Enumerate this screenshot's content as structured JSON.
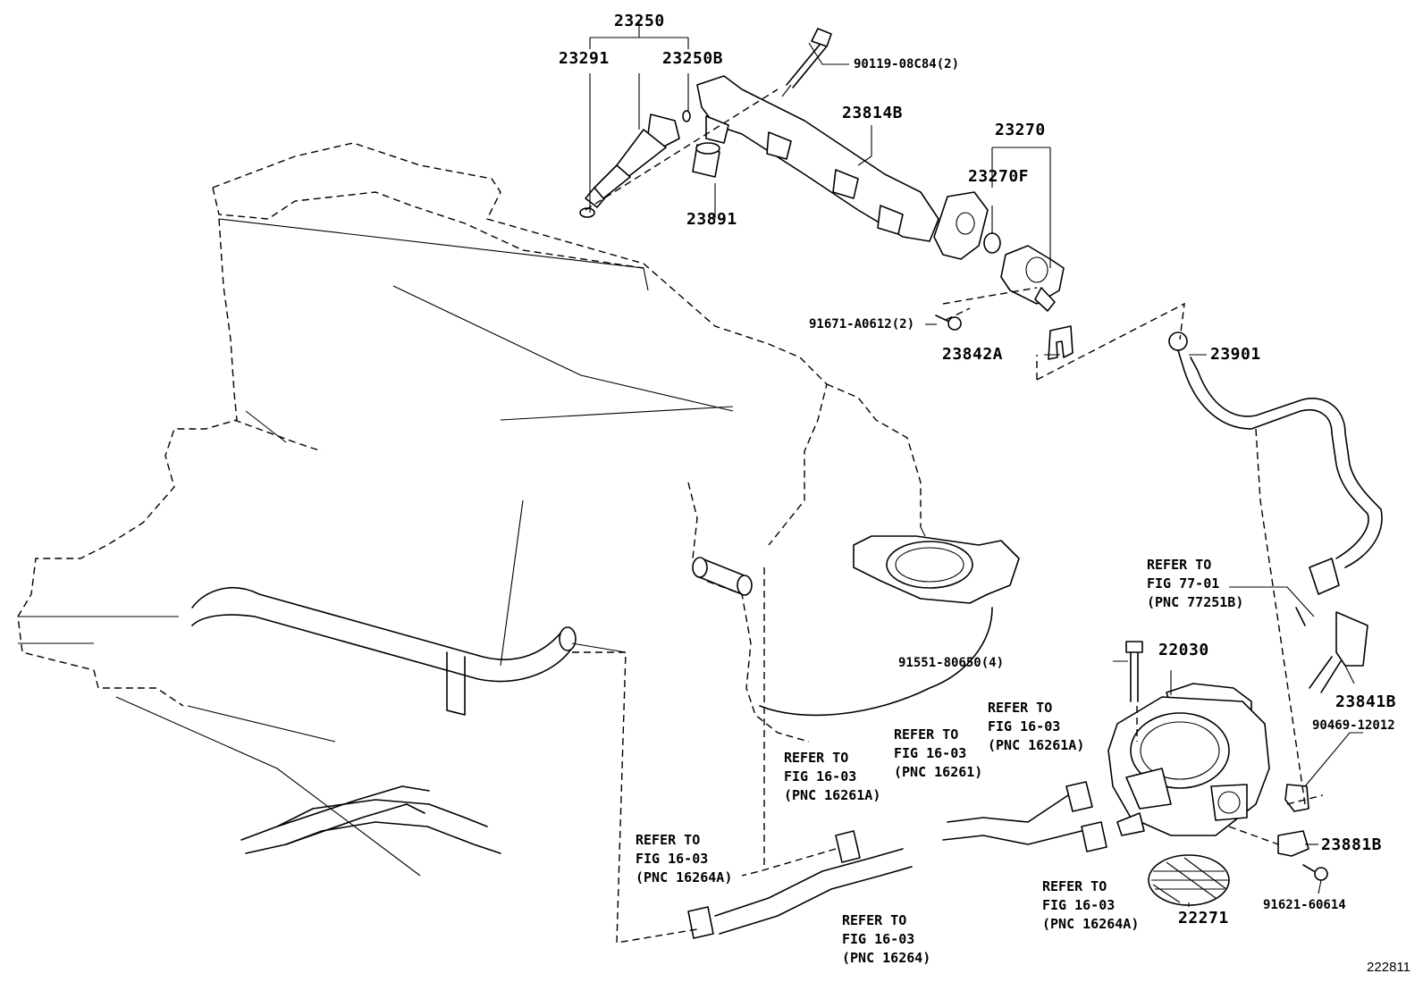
{
  "figure_id": "222811",
  "labels": {
    "p23250": "23250",
    "p23291": "23291",
    "p23250b": "23250B",
    "p90119": "90119-08C84(2)",
    "p23814b": "23814B",
    "p23270": "23270",
    "p23270f": "23270F",
    "p23891": "23891",
    "p91671": "91671-A0612(2)",
    "p23842a": "23842A",
    "p23901": "23901",
    "ref77": "REFER TO\nFIG 77-01\n(PNC 77251B)",
    "p22030": "22030",
    "p91551": "91551-80650(4)",
    "p23841b": "23841B",
    "p90469": "90469-12012",
    "ref16261a_r": "REFER TO\nFIG 16-03\n(PNC 16261A)",
    "ref16261": "REFER TO\nFIG 16-03\n(PNC 16261)",
    "ref16261a_l": "REFER TO\nFIG 16-03\n(PNC 16261A)",
    "ref16264a_l": "REFER TO\nFIG 16-03\n(PNC 16264A)",
    "p23881b": "23881B",
    "p91621": "91621-60614",
    "ref16264a_r": "REFER TO\nFIG 16-03\n(PNC 16264A)",
    "p22271": "22271",
    "ref16264": "REFER TO\nFIG 16-03\n(PNC 16264)"
  }
}
